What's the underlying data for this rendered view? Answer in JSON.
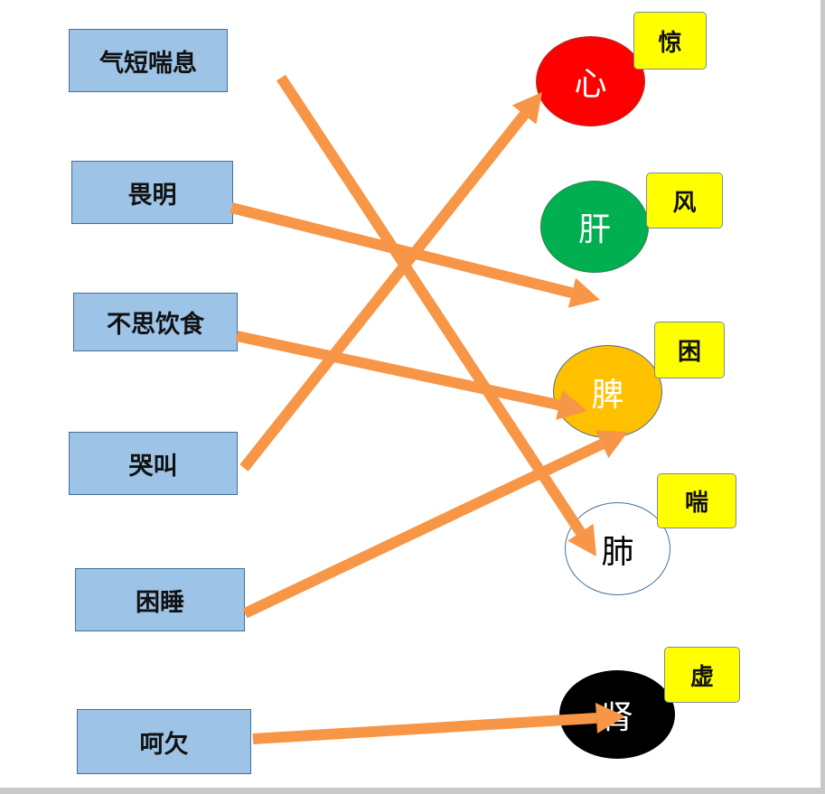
{
  "symptoms": [
    "气短喘息",
    "畏明",
    "不思饮食",
    "哭叫",
    "困睡",
    "呵欠"
  ],
  "organs": [
    {
      "label": "心",
      "fill": "#ff0000",
      "text_color": "#ffffff",
      "tag": "惊"
    },
    {
      "label": "肝",
      "fill": "#00b050",
      "text_color": "#ffffff",
      "tag": "风"
    },
    {
      "label": "脾",
      "fill": "#ffc000",
      "text_color": "#ffffff",
      "tag": "困"
    },
    {
      "label": "肺",
      "fill": "#ffffff",
      "text_color": "#000000",
      "tag": "喘"
    },
    {
      "label": "肾",
      "fill": "#000000",
      "text_color": "#ffffff",
      "tag": "虚"
    }
  ],
  "arrow_color": "#f79646",
  "links": [
    {
      "from": "气短喘息",
      "to": "肺"
    },
    {
      "from": "畏明",
      "to": "肝"
    },
    {
      "from": "不思饮食",
      "to": "脾"
    },
    {
      "from": "哭叫",
      "to": "心"
    },
    {
      "from": "困睡",
      "to": "脾"
    },
    {
      "from": "呵欠",
      "to": "肾"
    }
  ]
}
